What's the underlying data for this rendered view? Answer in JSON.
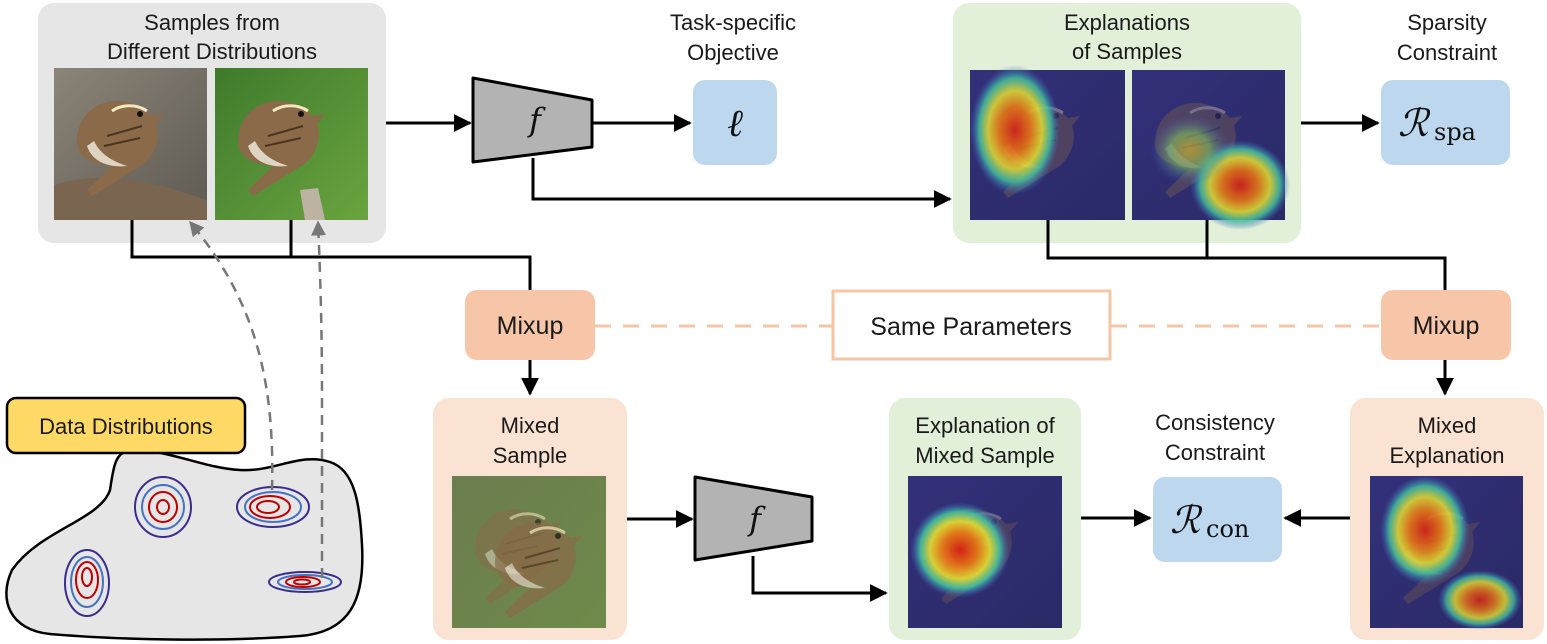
{
  "labels": {
    "samples_line1": "Samples from",
    "samples_line2": "Different Distributions",
    "task_line1": "Task-specific",
    "task_line2": "Objective",
    "expl_line1": "Explanations",
    "expl_line2": "of Samples",
    "sparsity_line1": "Sparsity",
    "sparsity_line2": "Constraint",
    "mixup_left": "Mixup",
    "mixup_right": "Mixup",
    "same_params": "Same Parameters",
    "mixed_sample_line1": "Mixed",
    "mixed_sample_line2": "Sample",
    "expl_mixed_line1": "Explanation of",
    "expl_mixed_line2": "Mixed Sample",
    "consistency_line1": "Consistency",
    "consistency_line2": "Constraint",
    "mixed_expl_line1": "Mixed",
    "mixed_expl_line2": "Explanation",
    "data_distributions": "Data Distributions"
  },
  "math": {
    "model_top": "f",
    "model_bottom": "f",
    "loss": "ℓ",
    "reg_spa_symbol": "ℛ",
    "reg_spa_sub": "spa",
    "reg_con_symbol": "ℛ",
    "reg_con_sub": "con"
  },
  "colors": {
    "gray_panel": "#e6e6e6",
    "green_panel": "#e2efd9",
    "peach_panel": "#fbe3d4",
    "blue_box": "#bdd7ee",
    "mixup_box": "#f7c6a8",
    "label_yellow": "#ffd966",
    "dashed_peach": "#f4c6a6",
    "contour_red": "#c00000",
    "contour_blue": "#4472c4",
    "contour_purple": "#3a2c8c"
  },
  "icons": {
    "bird_photo": "sparrow-photo",
    "heatmap": "saliency-heatmap"
  }
}
